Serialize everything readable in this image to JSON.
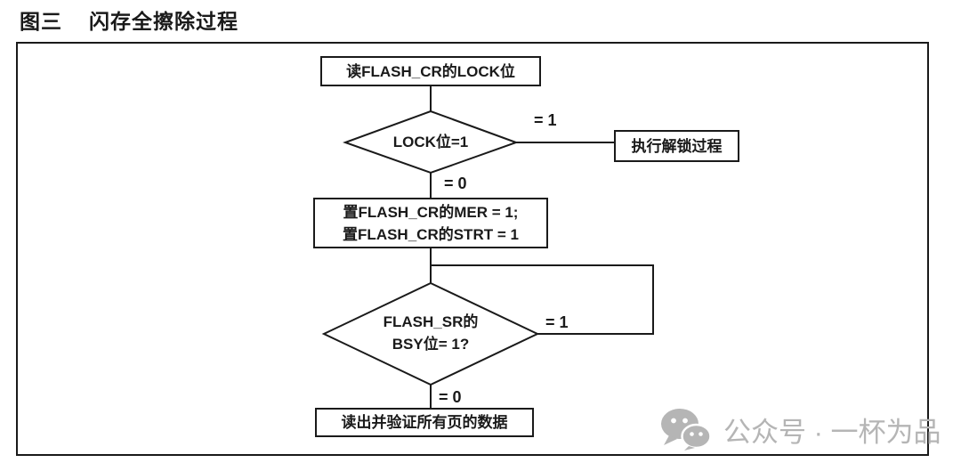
{
  "title": {
    "label": "图三",
    "text": "闪存全擦除过程"
  },
  "colors": {
    "line": "#1a1a1a",
    "text": "#1a1a1a",
    "background": "#ffffff",
    "watermark": "#b5b5b5"
  },
  "flowchart": {
    "nodes": {
      "read_lock": "读FLASH_CR的LOCK位",
      "lock_check": "LOCK位=1",
      "unlock": "执行解锁过程",
      "set_cr_line1": "置FLASH_CR的MER = 1;",
      "set_cr_line2": "置FLASH_CR的STRT = 1",
      "bsy_check_line1": "FLASH_SR的",
      "bsy_check_line2": "BSY位= 1?",
      "verify": "读出并验证所有页的数据"
    },
    "edge_labels": {
      "lock_eq1": "= 1",
      "lock_eq0": "= 0",
      "bsy_eq1": "= 1",
      "bsy_eq0": "= 0"
    }
  },
  "watermark": {
    "icon": "wechat-icon",
    "text": "公众号 · 一杯为品"
  }
}
